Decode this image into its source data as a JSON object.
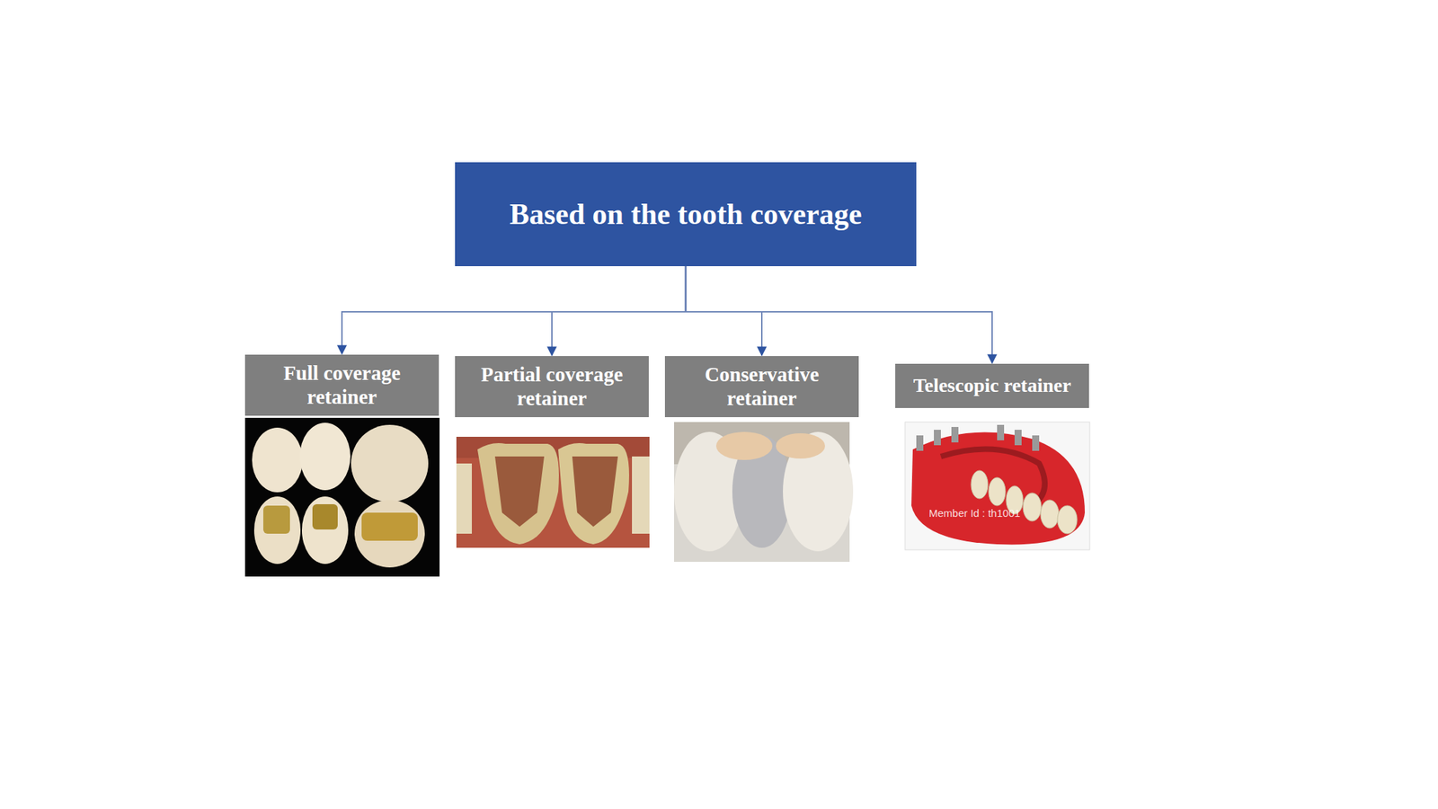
{
  "diagram": {
    "nodes": [
      {
        "text": [
          "Based on the tooth coverage"
        ]
      },
      {
        "text": [
          "Full coverage retainer"
        ]
      },
      {
        "text": [
          "Partial coverage retainer"
        ]
      },
      {
        "text": [
          "Conservative retainer"
        ]
      },
      {
        "text": [
          "Telescopic retainer"
        ]
      }
    ],
    "edges": [
      {
        "from": 0,
        "to": 1,
        "arrow": "to"
      },
      {
        "from": 0,
        "to": 2,
        "arrow": "to"
      },
      {
        "from": 0,
        "to": 3,
        "arrow": "to"
      },
      {
        "from": 0,
        "to": 4,
        "arrow": "to"
      }
    ],
    "labels": [
      "Member Id : th1001"
    ]
  }
}
